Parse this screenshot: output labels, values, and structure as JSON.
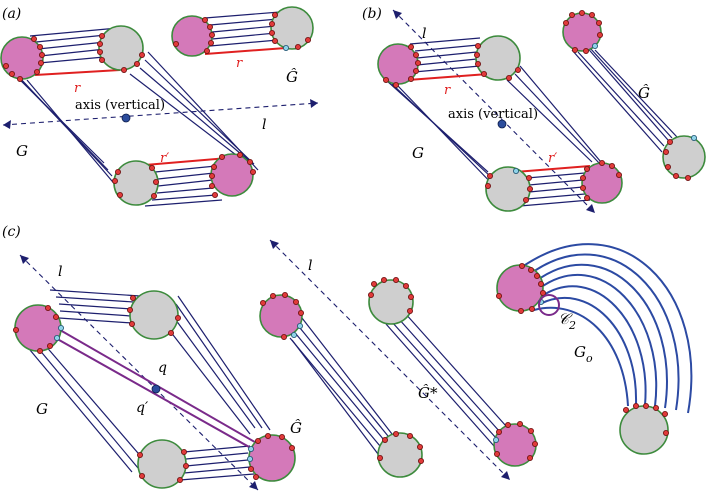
{
  "panels": {
    "a": {
      "tag": "(a)",
      "r": "r",
      "r2": "r",
      "rp": "r′",
      "axis": "axis (vertical)",
      "l": "l",
      "G": "G",
      "Ghat": "Ĝ"
    },
    "b": {
      "tag": "(b)",
      "l": "l",
      "r": "r",
      "rp": "r′",
      "axis": "axis (vertical)",
      "G": "G",
      "Ghat": "Ĝ"
    },
    "c": {
      "tag": "(c)",
      "l": "l",
      "q": "q",
      "qp": "q′",
      "G": "G",
      "Ghat": "Ĝ",
      "l2": "l",
      "Ghatstar": "Ĝ*",
      "C2": "𝒞",
      "C2sub": "2",
      "Go": "G",
      "Gosub": "o"
    }
  },
  "colors": {
    "pink": "#d479b9",
    "gray": "#cfcfcf",
    "edge": "#1d1f6e",
    "red": "#e02020",
    "purple": "#7a2a8a",
    "arc": "#2c4aa3"
  }
}
